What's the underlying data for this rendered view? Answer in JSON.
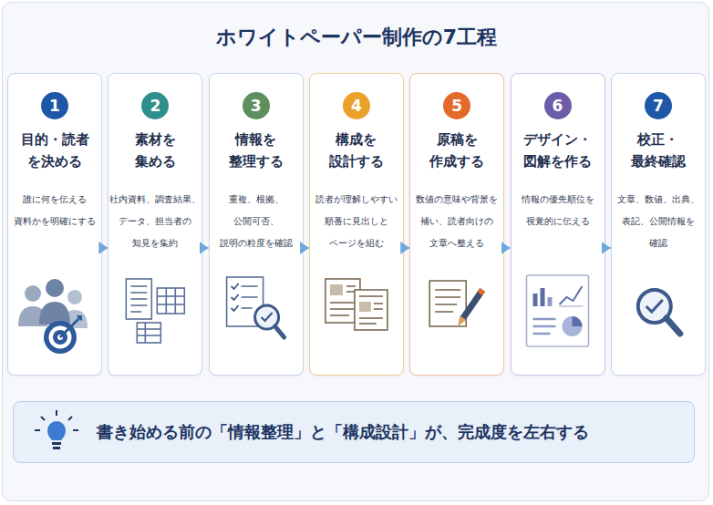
{
  "diagram": {
    "title": "ホワイトペーパー制作の7工程",
    "nodes": [
      {
        "text": [
          "目的・読者 を決める",
          "誰に何を伝える 資料かを明確にする"
        ]
      },
      {
        "text": [
          "1"
        ],
        "in": 0
      },
      {
        "text": [
          "素材を 集める",
          "社内資料、調査結果、 データ、担当者の 知見を集約"
        ]
      },
      {
        "text": [
          "2"
        ],
        "in": 2
      },
      {
        "text": [
          "情報を 整理する",
          "重複、根拠、 公開可否、 説明の粒度を確認"
        ]
      },
      {
        "text": [
          "3"
        ],
        "in": 4
      },
      {
        "text": [
          "構成を 設計する",
          "読者が理解しやすい 順番に見出しと ページを組む"
        ]
      },
      {
        "text": [
          "4"
        ],
        "in": 6
      },
      {
        "text": [
          "原稿を 作成する",
          "数値の意味や背景を 補い、読者向けの 文章へ整える"
        ]
      },
      {
        "text": [
          "5"
        ],
        "in": 8
      },
      {
        "text": [
          "デザイン・ 図解を作る",
          "情報の優先順位を 視覚的に伝える"
        ]
      },
      {
        "text": [
          "6"
        ],
        "in": 10
      },
      {
        "text": [
          "校正・ 最終確認",
          "文章、数値、出典、 表記、公開情報を 確認"
        ]
      },
      {
        "text": [
          "7"
        ],
        "in": 12
      },
      {
        "text": [
          "書き始める前の「情報整理」と「構成設計」が、完成度を左右する"
        ]
      }
    ],
    "edges": [
      {
        "from": 0,
        "to": 2,
        "arrow": "to"
      },
      {
        "from": 2,
        "to": 4,
        "arrow": "to"
      },
      {
        "from": 4,
        "to": 6,
        "arrow": "to"
      },
      {
        "from": 6,
        "to": 8,
        "arrow": "to"
      },
      {
        "from": 8,
        "to": 10,
        "arrow": "to"
      },
      {
        "from": 10,
        "to": 12,
        "arrow": "to"
      }
    ]
  }
}
